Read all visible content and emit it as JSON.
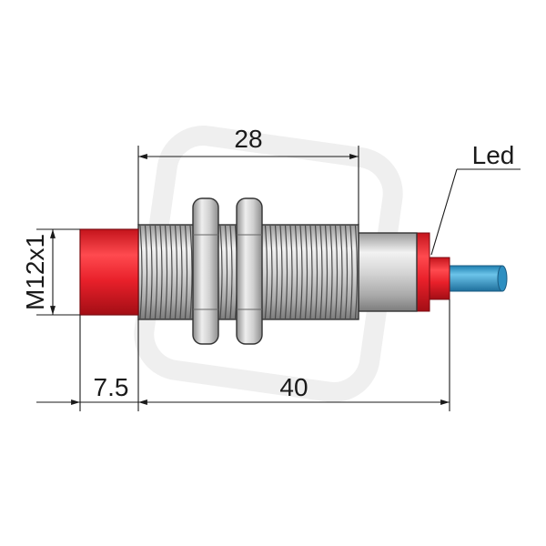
{
  "labels": {
    "dim_thread_length": "28",
    "dim_total_length": "40",
    "dim_face_length": "7.5",
    "dim_thread_size": "M12x1",
    "led": "Led"
  },
  "colors": {
    "sensor_face_red": "#e8202a",
    "cable_cyan": "#3aa0d0",
    "metal_light": "#e6e6e6",
    "metal_mid": "#b8b8b8",
    "metal_dark": "#8a8a8a",
    "line": "#1a1a1a"
  }
}
